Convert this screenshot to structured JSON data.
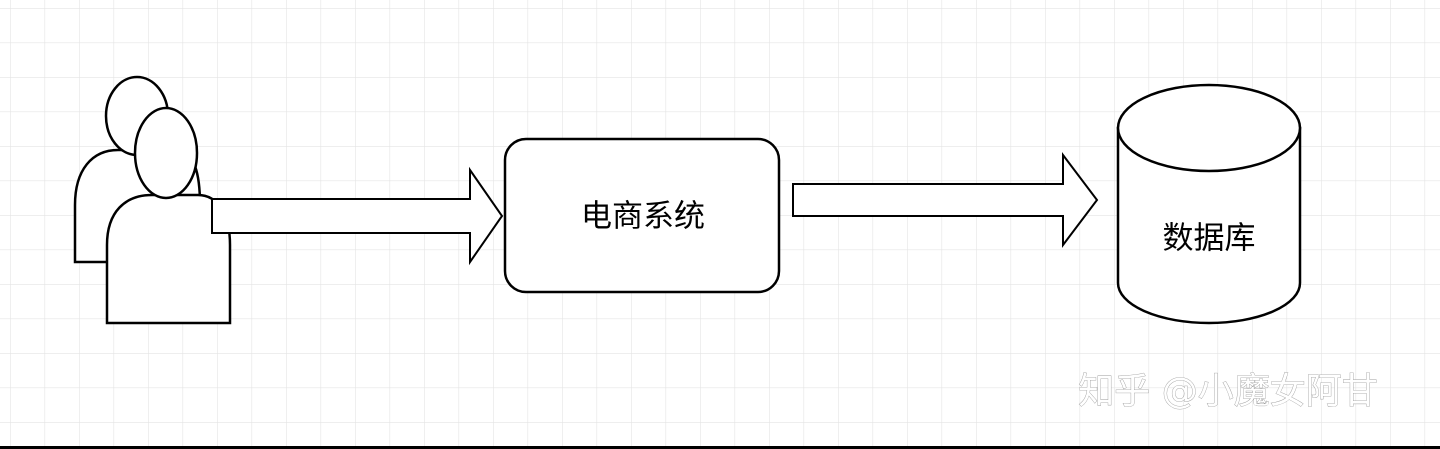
{
  "diagram": {
    "nodes": {
      "users": {
        "icon": "users-icon"
      },
      "system": {
        "label": "电商系统"
      },
      "database": {
        "label": "数据库",
        "icon": "database-cylinder"
      }
    },
    "edges": [
      {
        "from": "users",
        "to": "system"
      },
      {
        "from": "system",
        "to": "database"
      }
    ]
  },
  "watermark": {
    "text": "知乎 @小魔女阿甘"
  },
  "colors": {
    "grid": "#e6e6e6",
    "stroke": "#000000",
    "fill": "#ffffff",
    "watermark": "#ffffff"
  }
}
